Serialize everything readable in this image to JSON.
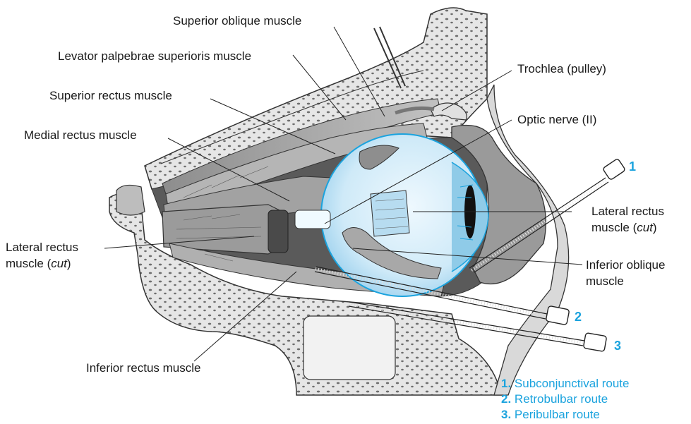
{
  "colors": {
    "accent": "#1ba3de",
    "text": "#1a1a1a",
    "bone_light": "#e6e6e6",
    "bone_dark": "#6e6e6e",
    "muscle": "#a9a9a9",
    "eyeball": "#d6eefa"
  },
  "labels": {
    "superior_oblique": "Superior oblique muscle",
    "levator": "Levator palpebrae superioris muscle",
    "trochlea": "Trochlea (pulley)",
    "superior_rectus": "Superior rectus muscle",
    "optic_nerve": "Optic nerve (II)",
    "medial_rectus": "Medial rectus muscle",
    "lateral_rectus_left_1": "Lateral rectus",
    "lateral_rectus_left_2a": "muscle (",
    "lateral_rectus_left_cut": "cut",
    "lateral_rectus_left_2b": ")",
    "lateral_rectus_right_1": "Lateral rectus",
    "lateral_rectus_right_2a": "muscle (",
    "lateral_rectus_right_cut": "cut",
    "lateral_rectus_right_2b": ")",
    "inferior_oblique_1": "Inferior oblique",
    "inferior_oblique_2": "muscle",
    "inferior_rectus": "Inferior rectus muscle"
  },
  "needle_numbers": [
    "1",
    "2",
    "3"
  ],
  "legend": [
    {
      "number": "1.",
      "text": "Subconjunctival route"
    },
    {
      "number": "2.",
      "text": "Retrobulbar route"
    },
    {
      "number": "3.",
      "text": "Peribulbar route"
    }
  ]
}
